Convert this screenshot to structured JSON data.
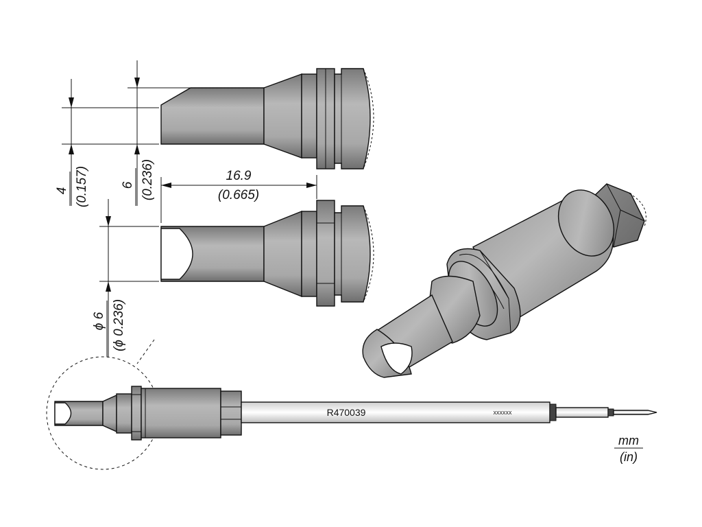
{
  "drawing": {
    "top_view": {
      "width_label": "4",
      "width_label_in": "(0.157)",
      "height_label": "6",
      "height_label_in": "(0.236)"
    },
    "side_view": {
      "length_label": "16.9",
      "length_label_in": "(0.665)",
      "diameter_label": "ϕ 6",
      "diameter_label_in": "(ϕ 0.236)"
    },
    "full_tip": {
      "part_number": "R470039",
      "batch_code": "xxxxxx"
    },
    "units": {
      "primary": "mm",
      "secondary": "(in)"
    }
  },
  "colors": {
    "metal_gray": "#a9a9a9",
    "shaft_light": "#f2f2f2",
    "outline": "#111111"
  }
}
